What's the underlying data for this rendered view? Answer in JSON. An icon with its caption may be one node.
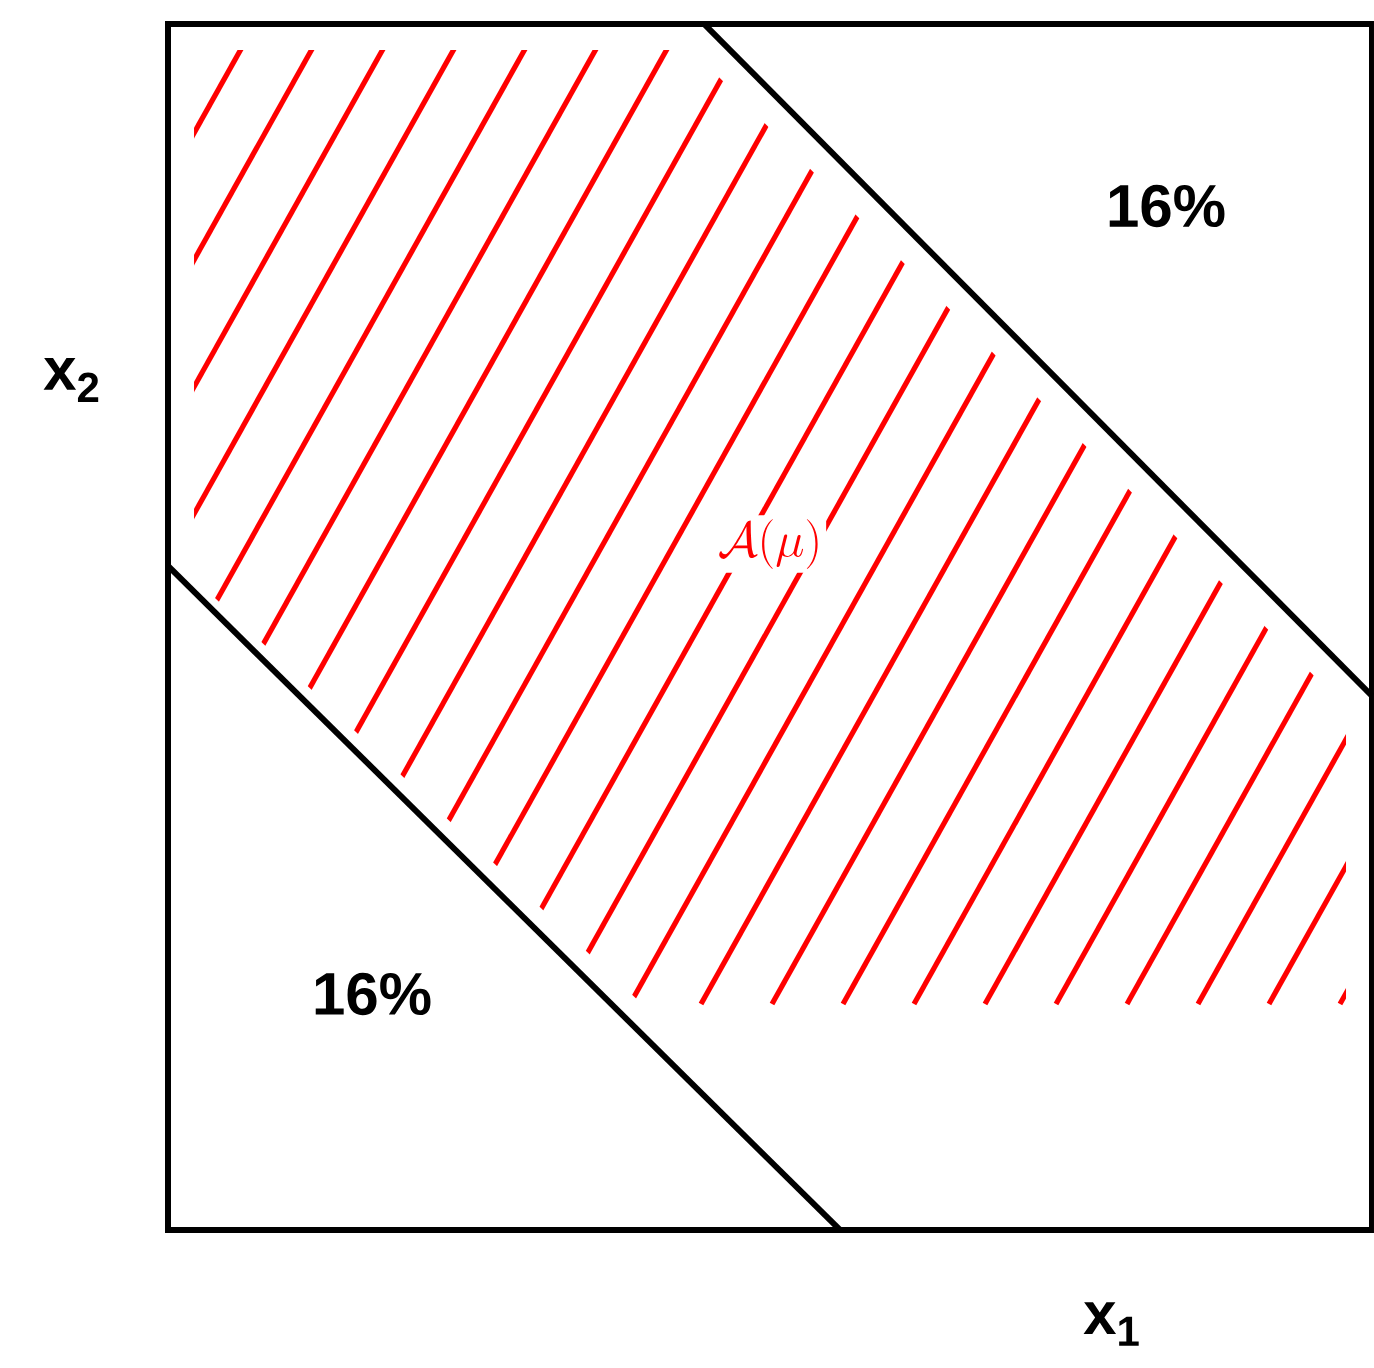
{
  "diagram": {
    "labels": [
      "16%",
      "x$_{2}$",
      "\\mathcal{A}(\\mu)",
      "16%",
      "x$_{1}$"
    ]
  }
}
